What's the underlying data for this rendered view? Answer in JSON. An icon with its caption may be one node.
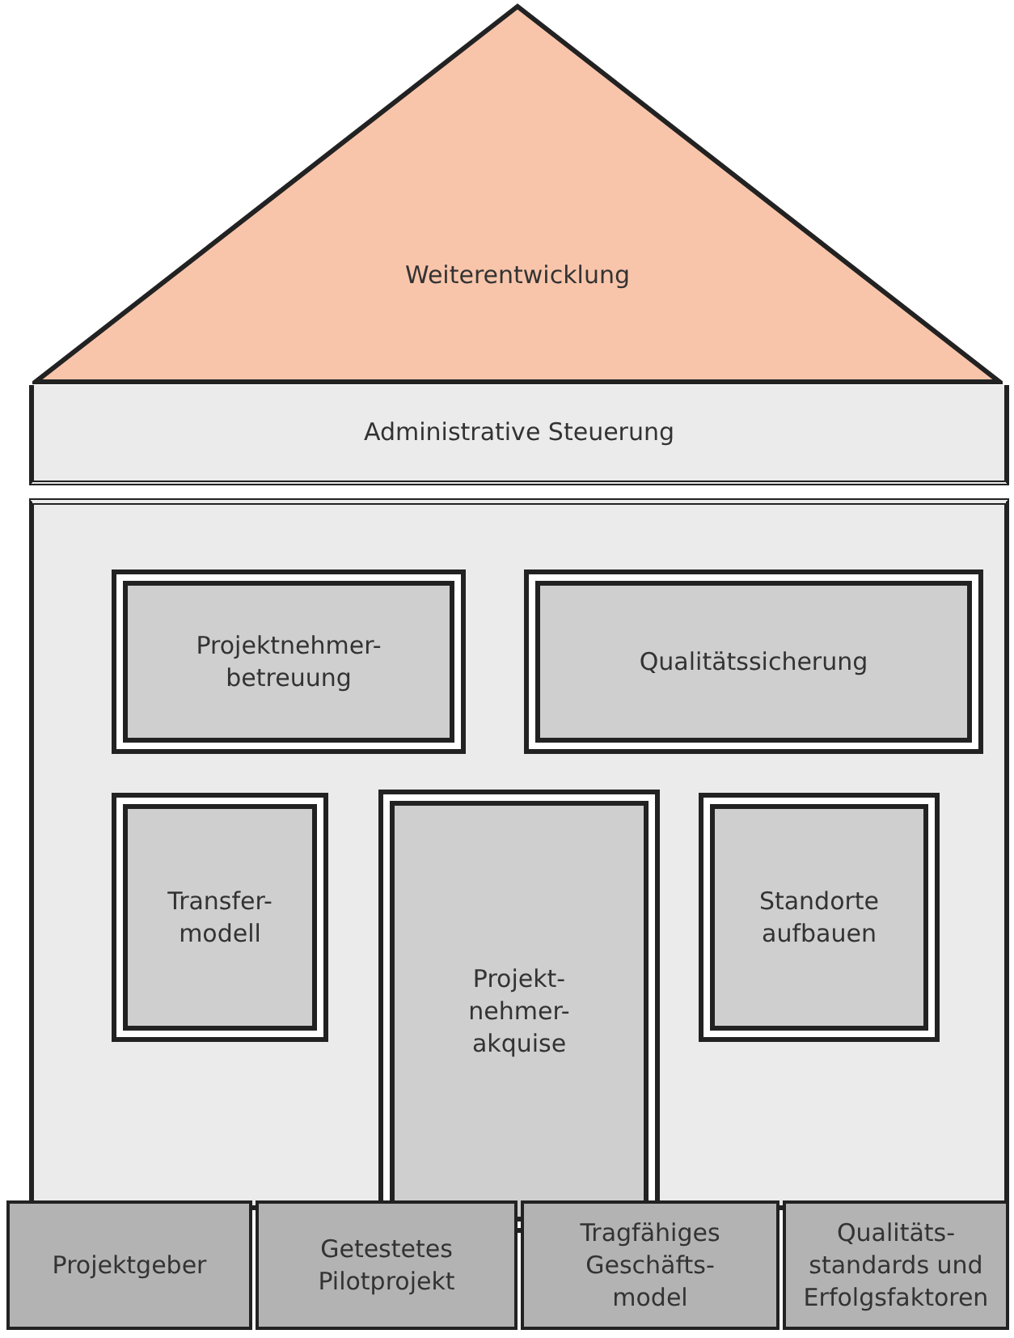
{
  "diagram": {
    "nodes": [
      {
        "text": [
          "Weiterentwicklung"
        ]
      },
      {
        "text": [
          "Administrative Steuerung"
        ]
      },
      {
        "text": [],
        "shape": "box"
      },
      {
        "text": [
          "Projektnehmer- betreuung"
        ],
        "in": 2
      },
      {
        "text": [
          "Qualitätssicherung"
        ],
        "in": 2
      },
      {
        "text": [
          "Transfer- modell"
        ],
        "in": 2
      },
      {
        "text": [
          "Projekt- nehmer- akquise"
        ],
        "in": 2
      },
      {
        "text": [
          "Standorte aufbauen"
        ],
        "in": 2
      },
      {
        "text": [
          "Projektgeber"
        ]
      },
      {
        "text": [
          "Getestetes Pilotprojekt"
        ]
      },
      {
        "text": [
          "Tragfähiges Geschäfts- model"
        ]
      },
      {
        "text": [
          "Qualitäts- standards und Erfolgsfaktoren"
        ]
      }
    ],
    "edges": []
  }
}
